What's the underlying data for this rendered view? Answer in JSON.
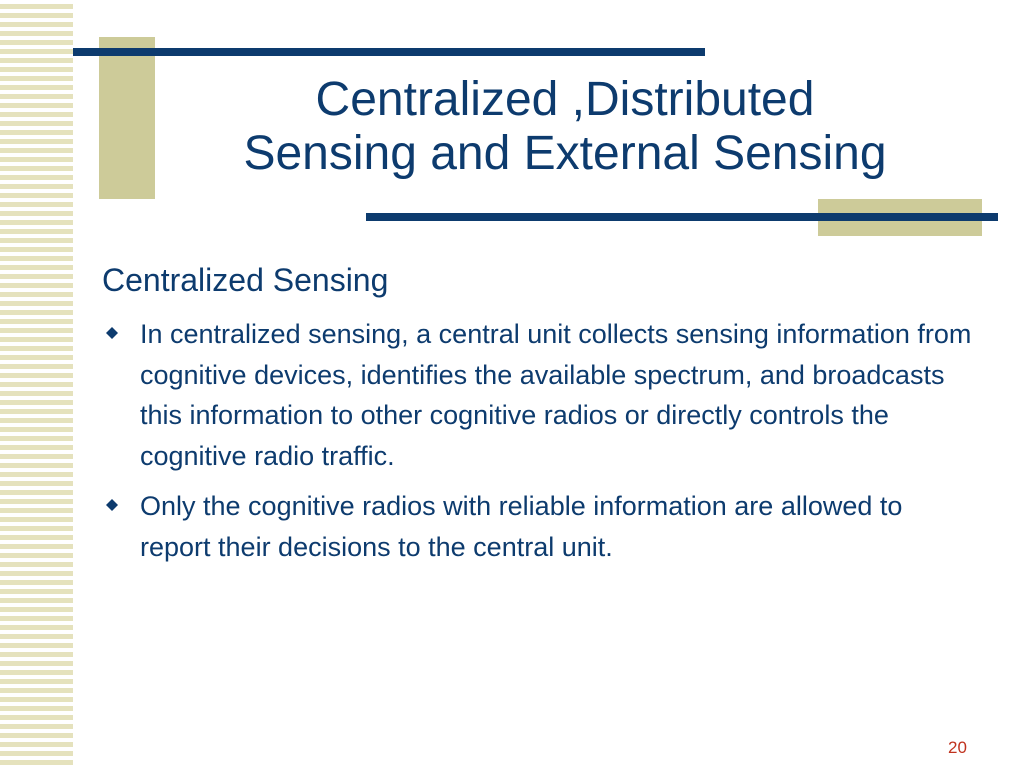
{
  "slide": {
    "title_line1": "Centralized ,Distributed",
    "title_line2": "Sensing and External Sensing",
    "section_heading": "Centralized Sensing",
    "bullets": [
      "In centralized sensing, a central unit collects sensing information from cognitive devices, identifies the available spectrum, and broadcasts this information to other cognitive radios or directly controls the cognitive radio traffic.",
      "Only the cognitive radios with reliable information are allowed to report their decisions to the central unit."
    ],
    "page_number": "20"
  },
  "colors": {
    "title_text": "#0d3b6e",
    "accent_bar": "#0d3b6e",
    "accent_block": "#cdcb99",
    "stripe": "#e5e2bd",
    "page_number": "#c0321e"
  },
  "icons": {
    "bullet": "diamond-bullet-icon"
  }
}
